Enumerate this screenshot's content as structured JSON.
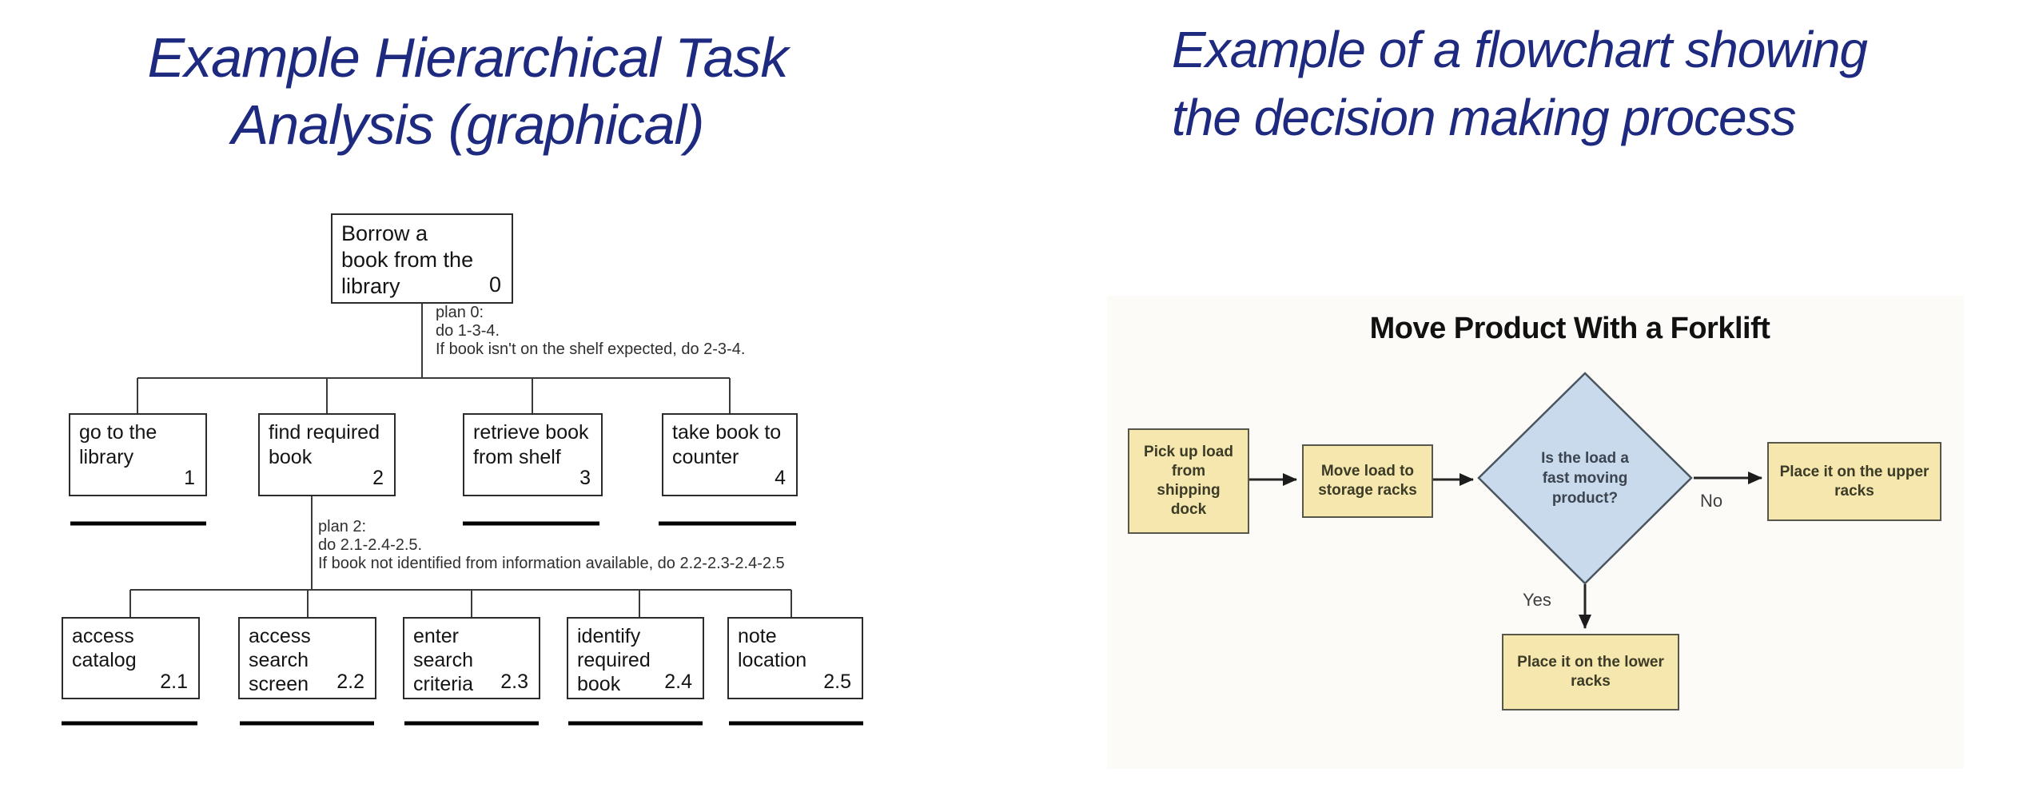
{
  "hta": {
    "title": "Example Hierarchical Task\nAnalysis (graphical)",
    "title_color": "#1e2a80",
    "root": {
      "label": "Borrow a\nbook from the\nlibrary",
      "number": "0"
    },
    "plan0": "plan 0:\ndo 1-3-4.\nIf book isn't on the shelf expected, do 2-3-4.",
    "plan2": "plan 2:\ndo 2.1-2.4-2.5.\nIf book not identified from information available, do 2.2-2.3-2.4-2.5",
    "level1": [
      {
        "label": "go to the\nlibrary",
        "number": "1"
      },
      {
        "label": "find required\nbook",
        "number": "2"
      },
      {
        "label": "retrieve book\nfrom shelf",
        "number": "3"
      },
      {
        "label": "take book to\ncounter",
        "number": "4"
      }
    ],
    "level2": [
      {
        "label": "access\ncatalog",
        "number": "2.1"
      },
      {
        "label": "access\nsearch\nscreen",
        "number": "2.2"
      },
      {
        "label": "enter\nsearch\ncriteria",
        "number": "2.3"
      },
      {
        "label": "identify\nrequired\nbook",
        "number": "2.4"
      },
      {
        "label": "note\nlocation",
        "number": "2.5"
      }
    ]
  },
  "flowchart": {
    "title": "Example of a flowchart showing\nthe decision making process",
    "title_color": "#1e2a80",
    "chart_title": "Move Product With a Forklift",
    "nodes": {
      "start": "Pick up load\nfrom\nshipping\ndock",
      "move": "Move load to\nstorage racks",
      "decision": "Is the load a\nfast moving\nproduct?",
      "upper": "Place it on the upper\nracks",
      "lower": "Place it on the lower\nracks"
    },
    "labels": {
      "no": "No",
      "yes": "Yes"
    },
    "colors": {
      "process_fill": "#f5e7ae",
      "process_border": "#56564a",
      "decision_fill": "#c8daeb",
      "decision_border": "#4a5560",
      "arrow": "#262626",
      "tree_line": "#3a3a3a",
      "underline": "#000000"
    }
  }
}
